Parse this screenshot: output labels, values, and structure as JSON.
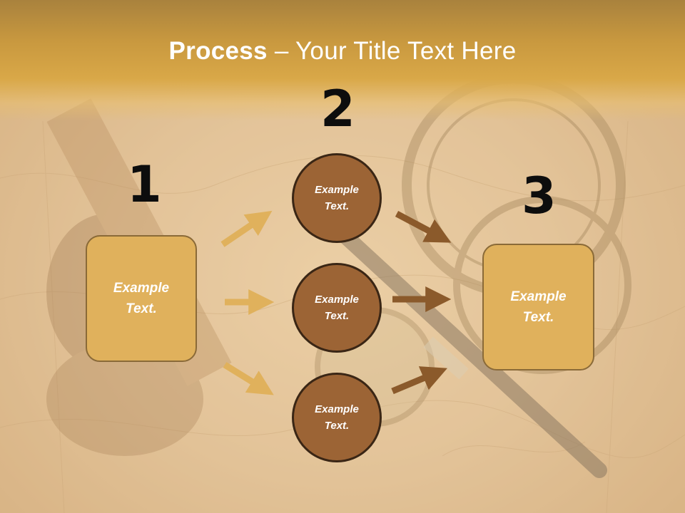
{
  "title": {
    "bold": "Process",
    "rest": " – Your Title Text Here"
  },
  "steps": [
    {
      "number": "1",
      "label": "Example Text."
    },
    {
      "number": "2",
      "items": [
        "Example Text.",
        "Example Text.",
        "Example Text."
      ]
    },
    {
      "number": "3",
      "label": "Example Text."
    }
  ],
  "colors": {
    "box": "#e0b15c",
    "circle": "#9c6435",
    "arrow_light": "#e0b15c",
    "arrow_dark": "#8b5a2b"
  }
}
